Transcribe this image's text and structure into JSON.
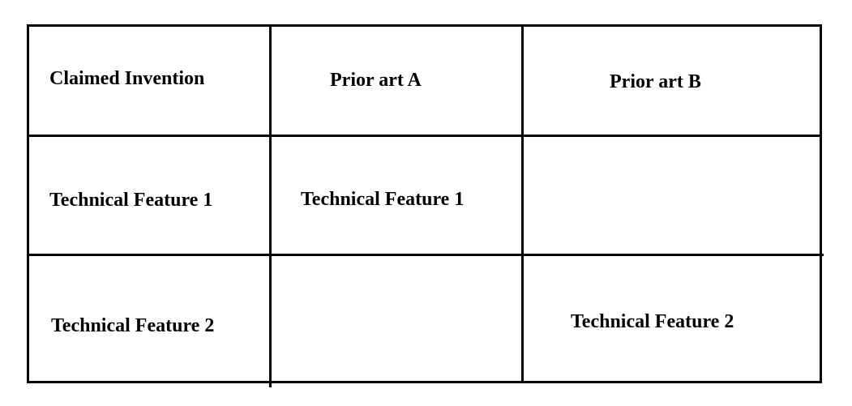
{
  "table": {
    "headers": [
      "Claimed Invention",
      "Prior art A",
      "Prior art B"
    ],
    "rows": [
      [
        "Technical Feature 1",
        "Technical Feature 1",
        ""
      ],
      [
        "Technical Feature 2",
        "",
        "Technical Feature 2"
      ]
    ]
  }
}
